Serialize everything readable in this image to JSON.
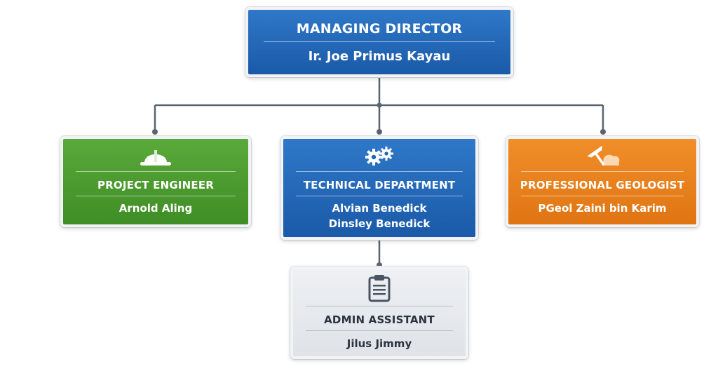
{
  "nodes": {
    "managing_director": {
      "title": "MANAGING DIRECTOR",
      "name": "Ir. Joe Primus Kayau"
    },
    "project_engineer": {
      "title": "PROJECT ENGINEER",
      "name": "Arnold Aling",
      "icon": "hard-hat-icon"
    },
    "technical_department": {
      "title": "TECHNICAL DEPARTMENT",
      "name_1": "Alvian Benedick",
      "name_2": "Dinsley Benedick",
      "icon": "gears-icon"
    },
    "professional_geologist": {
      "title": "PROFESSIONAL GEOLOGIST",
      "name": "PGeol Zaini bin Karim",
      "icon": "rock-hammer-icon"
    },
    "admin_assistant": {
      "title": "ADMIN ASSISTANT",
      "name": "Jilus Jimmy",
      "icon": "clipboard-icon"
    }
  },
  "colors": {
    "blue": "#1f66b6",
    "green": "#4a9a2e",
    "orange": "#e98120",
    "gray": "#e6e9ed",
    "connector": "#5a6470"
  }
}
